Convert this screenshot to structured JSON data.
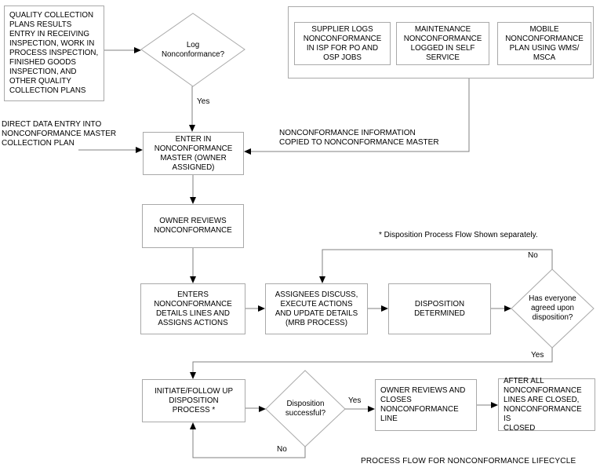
{
  "flowchart": {
    "caption": "PROCESS FLOW FOR NONCONFORMANCE LIFECYCLE",
    "annotation": "* Disposition Process Flow Shown separately.",
    "colors": {
      "background": "#ffffff",
      "box_border": "#a9a9a9",
      "connector_line": "#808080",
      "arrowhead": "#000000",
      "text": "#000000"
    },
    "nodes": {
      "quality_plans": "QUALITY COLLECTION\nPLANS RESULTS\nENTRY IN RECEIVING\nINSPECTION, WORK IN\nPROCESS INSPECTION,\nFINISHED GOODS\nINSPECTION, AND\nOTHER QUALITY\nCOLLECTION PLANS",
      "log_decision": "Log\nNonconformance?",
      "supplier_logs": "SUPPLIER LOGS\nNONCONFORMANCE\nIN ISP FOR PO AND\nOSP JOBS",
      "maintenance_logged": "MAINTENANCE\nNONCONFORMANCE\nLOGGED IN SELF\nSERVICE",
      "mobile_plan": "MOBILE\nNONCONFORMANCE\nPLAN USING WMS/\nMSCA",
      "direct_entry_note": "DIRECT DATA ENTRY INTO\nNONCONFORMANCE MASTER\nCOLLECTION PLAN",
      "copied_note": "NONCONFORMANCE INFORMATION\nCOPIED TO NONCONFORMANCE MASTER",
      "enter_master": "ENTER IN\nNONCONFORMANCE\nMASTER (OWNER\nASSIGNED)",
      "owner_reviews": "OWNER REVIEWS\nNONCONFORMANCE",
      "enters_details": "ENTERS\nNONCONFORMANCE\nDETAILS LINES AND\nASSIGNS ACTIONS",
      "assignees_discuss": "ASSIGNEES DISCUSS,\nEXECUTE ACTIONS\nAND UPDATE DETAILS\n(MRB PROCESS)",
      "disposition_determined": "DISPOSITION\nDETERMINED",
      "agreed_decision": "Has everyone\nagreed upon\ndisposition?",
      "initiate_disposition": "INITIATE/FOLLOW UP\nDISPOSITION\nPROCESS *",
      "successful_decision": "Disposition\nsuccessful?",
      "owner_closes": "OWNER REVIEWS AND\nCLOSES\nNONCONFORMANCE\nLINE",
      "after_all_closed": "AFTER ALL\nNONCONFORMANCE\nLINES ARE CLOSED,\nNONCONFORMANCE IS\nCLOSED"
    },
    "edge_labels": {
      "log_yes": "Yes",
      "agreed_no": "No",
      "agreed_yes": "Yes",
      "successful_yes": "Yes",
      "successful_no": "No"
    }
  }
}
